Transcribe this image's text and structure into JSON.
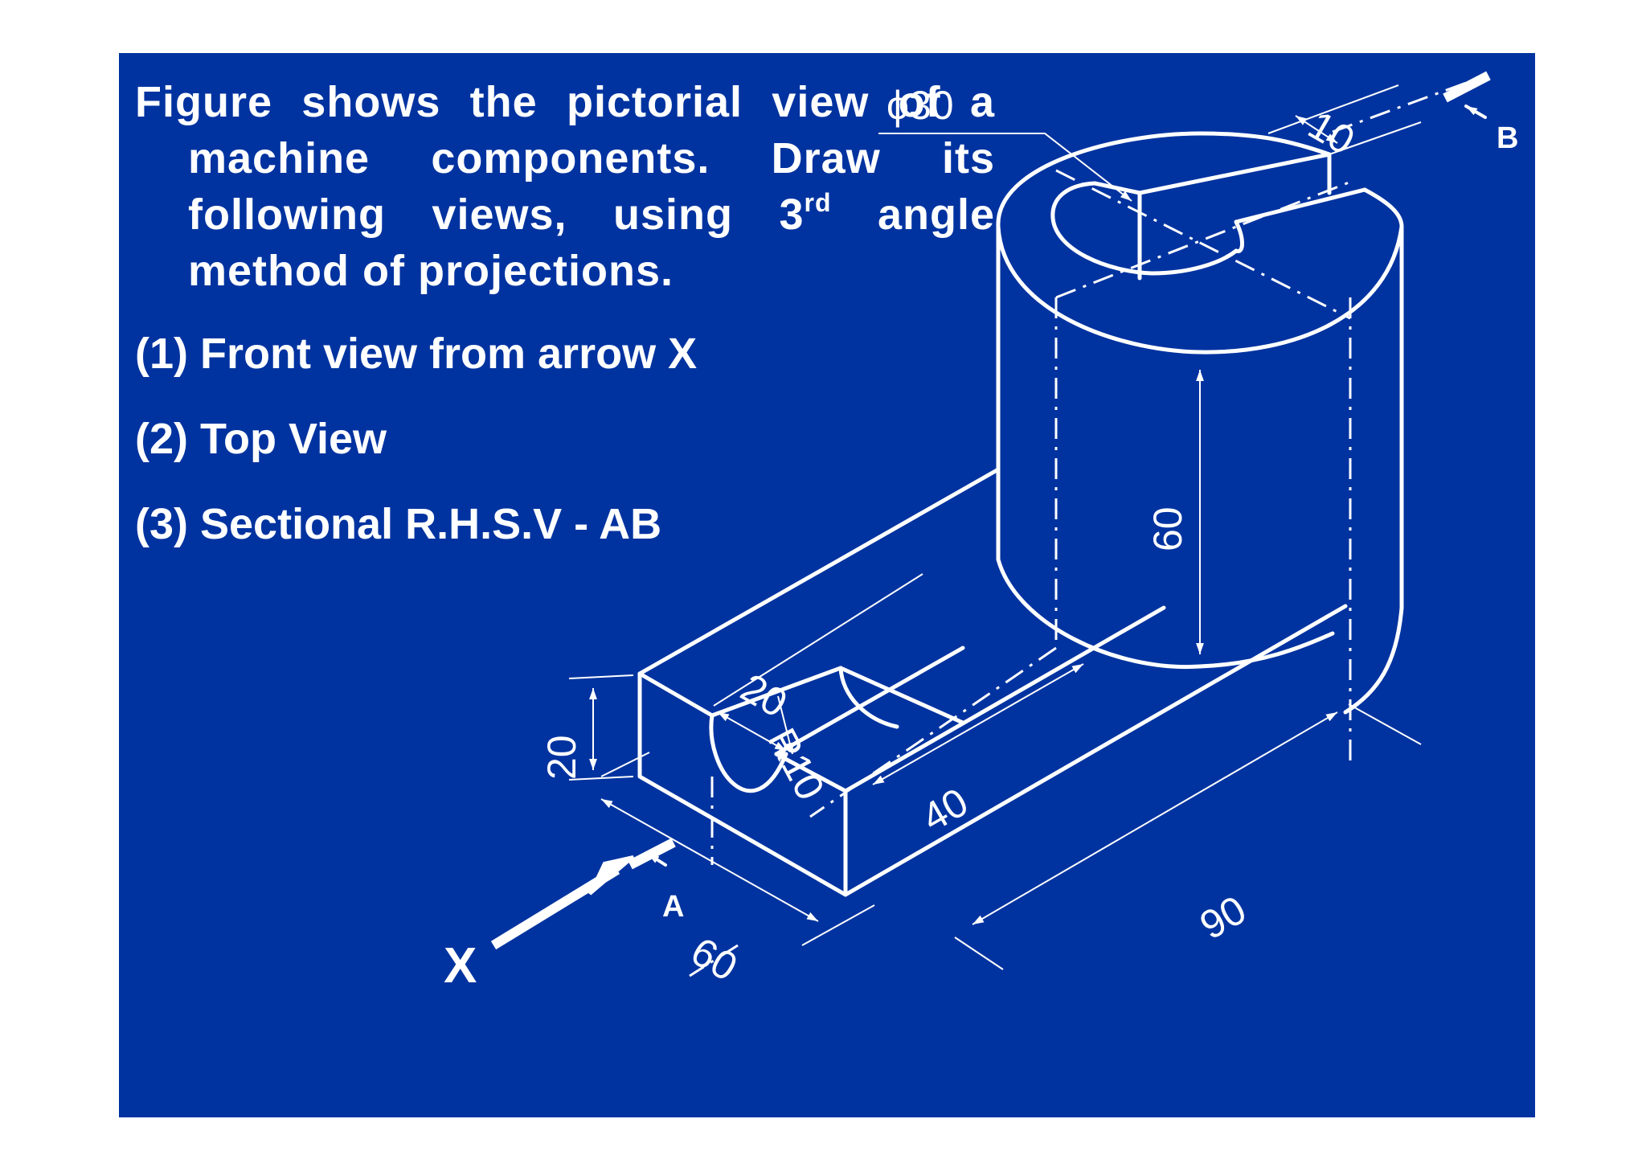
{
  "instructions": {
    "line1": "Figure shows the pictorial view of a machine components. Draw its following views, using 3",
    "superscript": "rd",
    "line2": " angle method of projections.",
    "tasks": [
      "(1) Front view from arrow X",
      "(2) Top View",
      "(3)  Sectional R.H.S.V - AB"
    ]
  },
  "dimensions": {
    "hole_diameter": "ϕ30",
    "slot_width": "10",
    "cylinder_height": "60",
    "groove_width": "20",
    "groove_radius": "R10",
    "groove_length": "40",
    "base_height": "20",
    "base_width": "60",
    "base_length": "90"
  },
  "markers": {
    "view_arrow": "X",
    "section_a": "A",
    "section_b": "B"
  },
  "colors": {
    "background": "#0033a0",
    "lines": "#ffffff"
  }
}
